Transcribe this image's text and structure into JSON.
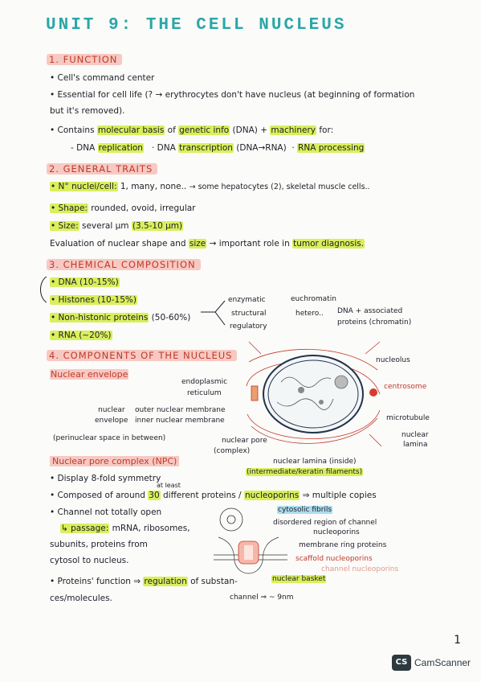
{
  "title": "UNIT 9: THE CELL NUCLEUS",
  "sections": {
    "function": {
      "heading": "1. FUNCTION",
      "bullet1": "• Cell's command center",
      "bullet2a": "• Essential for cell life (?",
      "bullet2b": "→ erythrocytes don't have nucleus (at beginning of formation",
      "bullet2c": "but it's removed).",
      "bullet3a": "• Contains",
      "bullet3b": "molecular basis",
      "bullet3c": "of",
      "bullet3d": "genetic info",
      "bullet3e": "(DNA) +",
      "bullet3f": "machinery",
      "bullet3g": "for:",
      "item1": "- DNA",
      "item1hl": "replication",
      "item2": "· DNA",
      "item2hl": "transcription",
      "item2b": "(DNA→RNA)",
      "item3": "·",
      "item3hl": "RNA processing"
    },
    "traits": {
      "heading": "2. GENERAL TRAITS",
      "nuclei_label": "• N° nuclei/cell:",
      "nuclei_value": "1, many, none..",
      "nuclei_note": "→ some hepatocytes (2), skeletal muscle cells..",
      "shape_label": "• Shape:",
      "shape_value": "rounded, ovoid, irregular",
      "size_label": "• Size:",
      "size_value": "several μm",
      "size_range": "(3.5-10 μm)",
      "evaluation_a": "Evaluation of nuclear shape and",
      "evaluation_hl": "size",
      "evaluation_b": "→ important role in",
      "evaluation_hl2": "tumor diagnosis."
    },
    "chemical": {
      "heading": "3. CHEMICAL COMPOSITION",
      "dna": "• DNA (10-15%)",
      "histones": "• Histones (10-15%)",
      "nonhist_a": "• Non-histonic proteins",
      "nonhist_b": "(50-60%)",
      "rna": "• RNA (~20%)",
      "enzymatic": "enzymatic",
      "structural": "structural",
      "regulatory": "regulatory"
    },
    "components": {
      "heading": "4. COMPONENTS OF THE NUCLEUS",
      "envelope_heading": "Nuclear envelope",
      "er": "endoplasmic",
      "er2": "reticulum",
      "nuclear": "nuclear",
      "envelope": "envelope",
      "outer": "outer nuclear membrane",
      "inner": "inner nuclear membrane",
      "perinuclear": "(perinuclear space in between)",
      "pore": "nuclear pore",
      "pore2": "(complex)",
      "lamina": "nuclear lamina (inside)",
      "lamina2": "(intermediate/keratin filaments)",
      "euchromatin": "euchromatin",
      "hetero": "hetero..",
      "dna_assoc": "DNA + associated",
      "dna_assoc2": "proteins (chromatin)",
      "nucleolus": "nucleolus",
      "centrosome": "centrosome",
      "microtubule": "microtubule",
      "nuclear_lamina_right": "nuclear",
      "nuclear_lamina_right2": "lamina"
    },
    "npc": {
      "heading": "Nuclear pore complex (NPC)",
      "b1": "• Display 8-fold symmetry",
      "b2a": "• Composed of around",
      "b2hl": "30",
      "b2sup": "at least",
      "b2b": "different proteins /",
      "b2hl2": "nucleoporins",
      "b2c": "⇒ multiple copies",
      "b3": "• Channel not totally open",
      "b4a": "↳ passage:",
      "b4b": "mRNA, ribosomes,",
      "b4c": "subunits, proteins from",
      "b4d": "cytosol to nucleus.",
      "b5a": "• Proteins' function ⇒",
      "b5hl": "regulation",
      "b5b": "of substan-",
      "b5c": "ces/molecules.",
      "fibrils": "cytosolic fibrils",
      "disordered": "disordered region of channel",
      "disordered2": "nucleoporins",
      "membrane": "membrane ring proteins",
      "scaffold": "scaffold nucleoporins",
      "channel_np": "channel nucleoporins",
      "basket": "nuclear basket",
      "channel": "channel ⇒ ~ 9nm"
    }
  },
  "footer": {
    "page": "1",
    "badge": "CS",
    "scanner": "CamScanner"
  },
  "colors": {
    "title": "#2aa6a8",
    "heading": "#c0392b",
    "highlight": "#d4ec40",
    "heading_bg": "#f4a096"
  }
}
